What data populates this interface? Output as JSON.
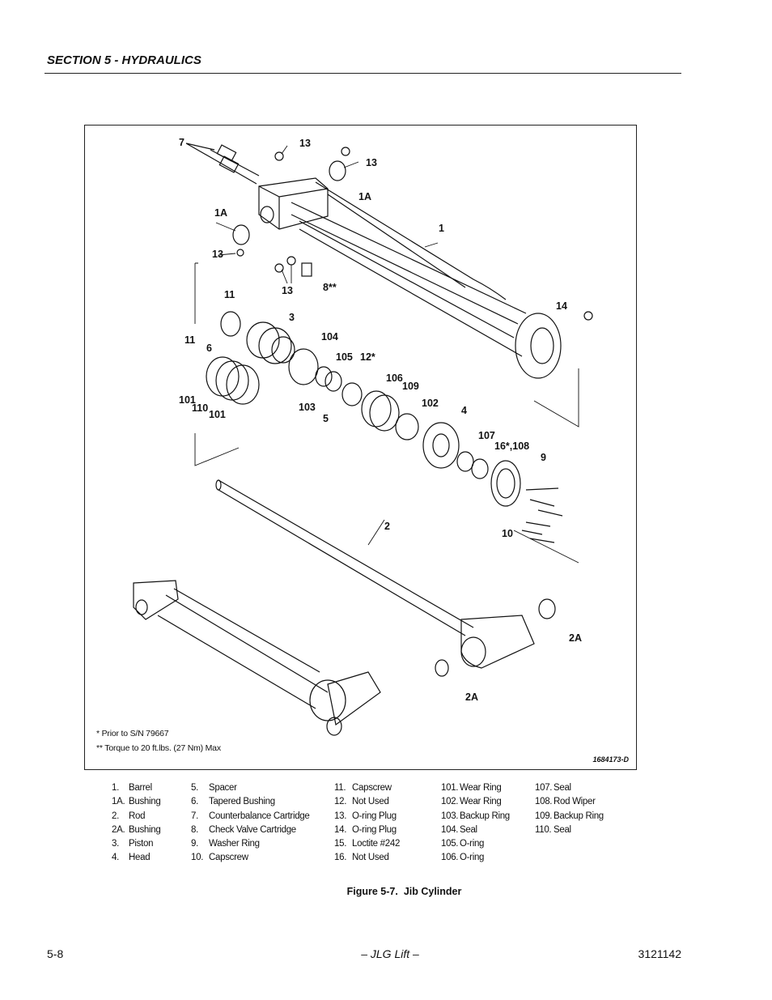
{
  "header": {
    "section_title": "SECTION 5 - HYDRAULICS"
  },
  "figure": {
    "callouts": {
      "c7": "7",
      "c13a": "13",
      "c13b": "13",
      "c1Aa": "1A",
      "c1Ab": "1A",
      "c1": "1",
      "c13c": "13",
      "c13d": "13",
      "c8": "8**",
      "c11a": "11",
      "c3": "3",
      "c14": "14",
      "c11b": "11",
      "c6": "6",
      "c104": "104",
      "c105": "105",
      "c12": "12*",
      "c106": "106",
      "c109": "109",
      "c101a": "101",
      "c110": "110",
      "c101b": "101",
      "c103": "103",
      "c5": "5",
      "c102": "102",
      "c4": "4",
      "c107": "107",
      "c16_108": "16*,108",
      "c9": "9",
      "c2": "2",
      "c10": "10",
      "c2Aa": "2A",
      "c2Ab": "2A"
    },
    "notes": {
      "note1": "* Prior to S/N 79667",
      "note2": "** Torque to 20 ft.lbs. (27 Nm) Max"
    },
    "drawing_id": "1684173-D"
  },
  "legend": {
    "col1": [
      {
        "num": "1.",
        "name": "Barrel"
      },
      {
        "num": "1A.",
        "name": "Bushing"
      },
      {
        "num": "2.",
        "name": "Rod"
      },
      {
        "num": "2A.",
        "name": "Bushing"
      },
      {
        "num": "3.",
        "name": "Piston"
      },
      {
        "num": "4.",
        "name": "Head"
      }
    ],
    "col2": [
      {
        "num": "5.",
        "name": "Spacer"
      },
      {
        "num": "6.",
        "name": "Tapered Bushing"
      },
      {
        "num": "7.",
        "name": "Counterbalance Cartridge"
      },
      {
        "num": "8.",
        "name": "Check Valve Cartridge"
      },
      {
        "num": "9.",
        "name": "Washer Ring"
      },
      {
        "num": "10.",
        "name": "Capscrew"
      }
    ],
    "col3": [
      {
        "num": "11.",
        "name": "Capscrew"
      },
      {
        "num": "12.",
        "name": "Not Used"
      },
      {
        "num": "13.",
        "name": "O-ring Plug"
      },
      {
        "num": "14.",
        "name": "O-ring Plug"
      },
      {
        "num": "15.",
        "name": "Loctite #242"
      },
      {
        "num": "16.",
        "name": "Not Used"
      }
    ],
    "col4": [
      {
        "num": "101.",
        "name": "Wear Ring"
      },
      {
        "num": "102.",
        "name": "Wear Ring"
      },
      {
        "num": "103.",
        "name": "Backup Ring"
      },
      {
        "num": "104.",
        "name": "Seal"
      },
      {
        "num": "105.",
        "name": "O-ring"
      },
      {
        "num": "106.",
        "name": "O-ring"
      }
    ],
    "col5": [
      {
        "num": "107.",
        "name": "Seal"
      },
      {
        "num": "108.",
        "name": "Rod Wiper"
      },
      {
        "num": "109.",
        "name": "Backup Ring"
      },
      {
        "num": "110.",
        "name": "Seal"
      }
    ]
  },
  "caption": {
    "figure_number": "Figure 5-7.",
    "figure_title": "Jib Cylinder"
  },
  "footer": {
    "page_number": "5-8",
    "publisher": "– JLG Lift –",
    "doc_number": "3121142"
  }
}
